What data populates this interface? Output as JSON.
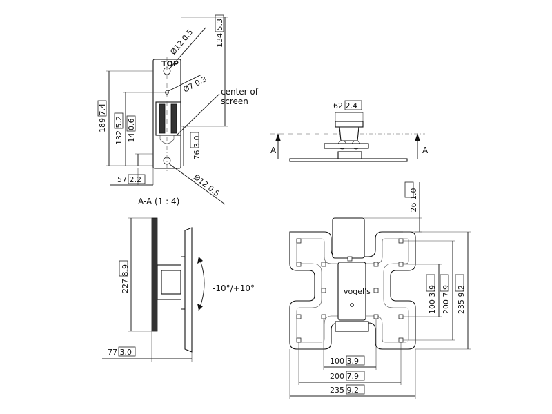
{
  "dims": {
    "tl_diam_top": {
      "mm": "Ø12",
      "in": "0.5"
    },
    "tl_134": {
      "mm": "134",
      "in": "5.3"
    },
    "tl_diam7": {
      "mm": "Ø7",
      "in": "0.3"
    },
    "tl_189": {
      "mm": "189",
      "in": "7.4"
    },
    "tl_132": {
      "mm": "132",
      "in": "5.2"
    },
    "tl_14": {
      "mm": "14",
      "in": "0.6"
    },
    "tl_76": {
      "mm": "76",
      "in": "3.0"
    },
    "tl_57": {
      "mm": "57",
      "in": "2.2"
    },
    "tl_diam_bottom": {
      "mm": "Ø12",
      "in": "0.5"
    },
    "tr_62": {
      "mm": "62",
      "in": "2.4"
    },
    "bl_227": {
      "mm": "227",
      "in": "8.9"
    },
    "bl_77": {
      "mm": "77",
      "in": "3.0"
    },
    "br_26": {
      "mm": "26",
      "in": "1.0"
    },
    "br_v100": {
      "mm": "100",
      "in": "3.9"
    },
    "br_v200": {
      "mm": "200",
      "in": "7.9"
    },
    "br_v235": {
      "mm": "235",
      "in": "9.2"
    },
    "br_h100": {
      "mm": "100",
      "in": "3.9"
    },
    "br_h200": {
      "mm": "200",
      "in": "7.9"
    },
    "br_h235": {
      "mm": "235",
      "in": "9.2"
    }
  },
  "labels": {
    "center_of_screen_line1": "center of",
    "center_of_screen_line2": "screen",
    "section_title": "A-A (1 : 4)",
    "section_marker_left": "A",
    "section_marker_right": "A",
    "tilt_range": "-10°/+10°",
    "top_mark": "TOP",
    "logo": "vogel's"
  }
}
